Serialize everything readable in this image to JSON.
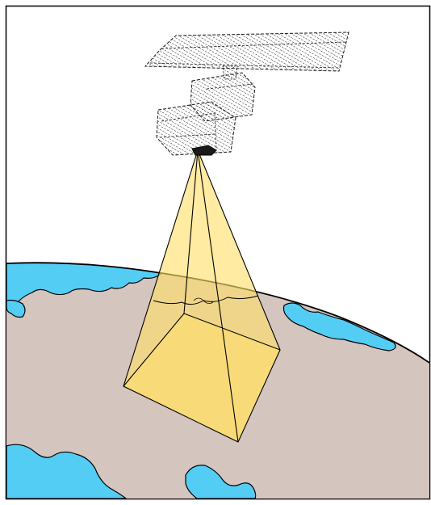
{
  "figure": {
    "subject": "satellite-sensor-footprint",
    "colors": {
      "frame": "#000000",
      "earth_land": "#d5c5bf",
      "water": "#54cdf5",
      "sensor_cone": "#ffe78a",
      "outline": "#000000",
      "satellite_ink": "#1a1a1a",
      "background": "#ffffff"
    },
    "elements": [
      "satellite-icon",
      "solar-panel",
      "satellite-body",
      "sensor-cone",
      "ground-footprint",
      "earth-surface",
      "water-bodies"
    ]
  }
}
